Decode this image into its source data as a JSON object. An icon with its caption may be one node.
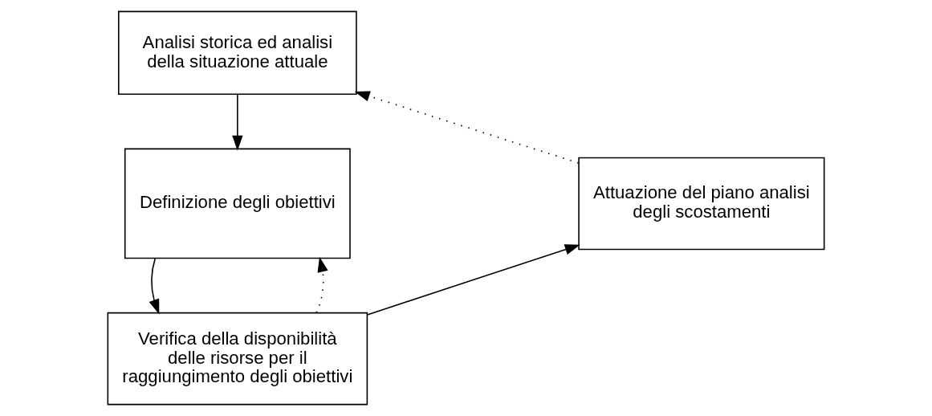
{
  "diagram": {
    "nodes": [
      {
        "text": [
          "Analisi storica ed analisi della situazione attuale"
        ]
      },
      {
        "text": [
          "Definizione degli obiettivi"
        ]
      },
      {
        "text": [
          "Verifica della disponibilità delle risorse per il raggiungimento degli obiettivi"
        ]
      },
      {
        "text": [
          "Attuazione del piano analisi degli scostamenti"
        ]
      }
    ],
    "edges": [
      {
        "from": 0,
        "to": 1,
        "arrow": "to"
      },
      {
        "from": 1,
        "to": 2,
        "arrow": "to"
      },
      {
        "from": 2,
        "to": 1,
        "arrow": "to",
        "style": "dashed"
      },
      {
        "from": 2,
        "to": 3,
        "arrow": "to"
      },
      {
        "from": 3,
        "to": 0,
        "arrow": "to",
        "style": "dashed"
      }
    ]
  }
}
